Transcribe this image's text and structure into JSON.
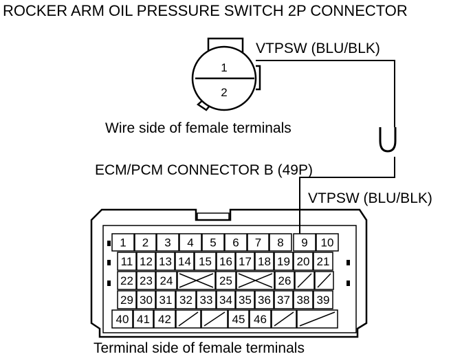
{
  "title": "ROCKER ARM OIL PRESSURE SWITCH 2P CONNECTOR",
  "top_connector": {
    "wire_label": "VTPSW (BLU/BLK)",
    "caption": "Wire side of female terminals",
    "terminals": [
      "1",
      "2"
    ]
  },
  "bottom_connector": {
    "name": "ECM/PCM CONNECTOR B (49P)",
    "wire_label": "VTPSW (BLU/BLK)",
    "caption": "Terminal side of female terminals",
    "rows": [
      [
        "1",
        "2",
        "3",
        "4",
        "5",
        "6",
        "7",
        "8",
        "9",
        "10"
      ],
      [
        "11",
        "12",
        "13",
        "14",
        "15",
        "16",
        "17",
        "18",
        "19",
        "20",
        "21"
      ],
      [
        "22",
        "23",
        "24",
        "",
        "25",
        "",
        "26",
        "",
        ""
      ],
      [
        "29",
        "30",
        "31",
        "32",
        "33",
        "34",
        "35",
        "36",
        "37",
        "38",
        "39"
      ],
      [
        "40",
        "41",
        "42",
        "",
        "",
        "45",
        "46",
        "",
        ""
      ]
    ]
  }
}
